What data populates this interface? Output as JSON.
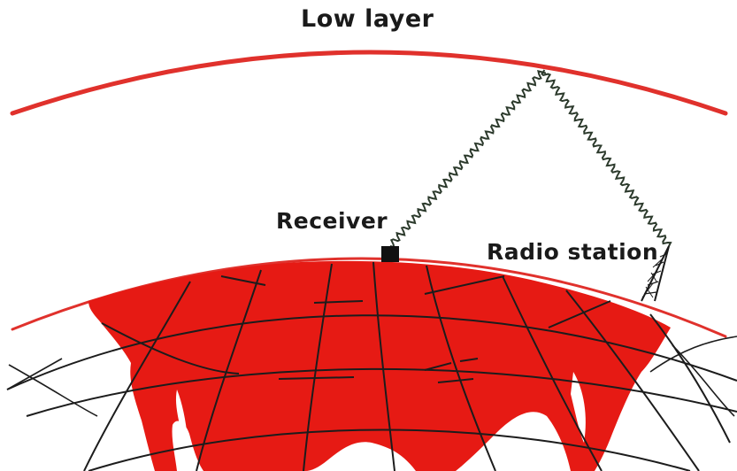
{
  "labels": {
    "low_layer": "Low layer",
    "receiver": "Receiver",
    "radio_station": "Radio station"
  },
  "colors": {
    "layer_line": "#e0312c",
    "land": "#e61a14",
    "grid": "#1c1c1c",
    "wave": "#2c3a2c",
    "background": "#ffffff"
  }
}
